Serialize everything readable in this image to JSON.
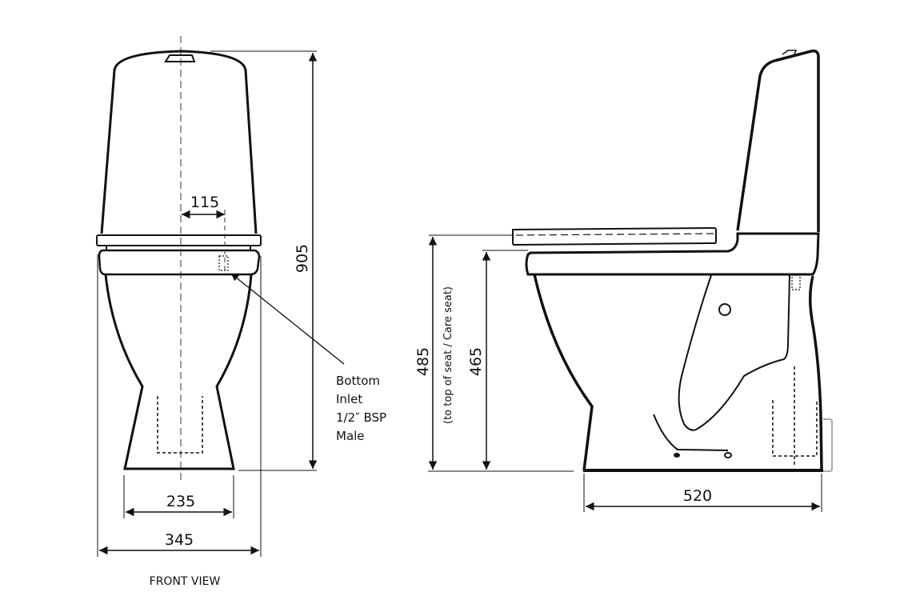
{
  "front_view": {
    "caption": "FRONT VIEW",
    "dimensions": {
      "inlet_offset": "115",
      "overall_height": "905",
      "base_width": "235",
      "overall_width": "345"
    },
    "inlet_note": {
      "line1": "Bottom",
      "line2": "Inlet",
      "line3": "1/2″ BSP",
      "line4": "Male"
    }
  },
  "side_view": {
    "dimensions": {
      "seat_top_height": "485",
      "seat_top_note": "(to top of seat / Care seat)",
      "rim_height": "465",
      "depth": "520"
    }
  },
  "colors": {
    "line": "#111111",
    "background": "#ffffff",
    "wall_bracket": "#aaaaaa"
  }
}
